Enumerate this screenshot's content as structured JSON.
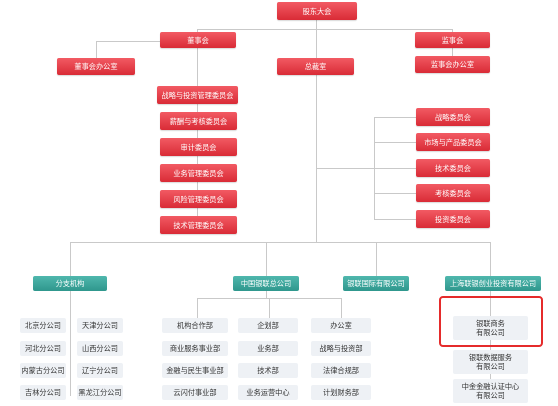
{
  "org": {
    "shareholders": "股东大会",
    "board": "董事会",
    "supervisors": "监事会",
    "board_office": "董事会办公室",
    "supervisors_office": "监事会办公室",
    "gm_office": "总裁室",
    "board_committees": [
      "战略与投资管理委员会",
      "薪酬与考核委员会",
      "审计委员会",
      "业务管理委员会",
      "风险管理委员会",
      "技术管理委员会"
    ],
    "gm_committees": [
      "战略委员会",
      "市场与产品委员会",
      "技术委员会",
      "考核委员会",
      "投资委员会"
    ],
    "branches": {
      "title": "分支机构",
      "items": [
        "北京分公司",
        "天津分公司",
        "河北分公司",
        "山西分公司",
        "内蒙古分公司",
        "辽宁分公司",
        "吉林分公司",
        "黑龙江分公司"
      ]
    },
    "hq": {
      "title": "中国银联总公司",
      "col1": [
        "机构合作部",
        "商业服务事业部",
        "金融与民生事业部",
        "云闪付事业部"
      ],
      "col2": [
        "企划部",
        "业务部",
        "技术部",
        "业务运营中心"
      ],
      "col3": [
        "办公室",
        "战略与投资部",
        "法律合规部",
        "计划财务部"
      ]
    },
    "intl": {
      "title": "银联国际有限公司"
    },
    "sh": {
      "title": "上海联银创业投资有限公司",
      "items": [
        "银联商务\n有限公司",
        "银联数据服务\n有限公司",
        "中金金融认证中心\n有限公司"
      ]
    }
  }
}
